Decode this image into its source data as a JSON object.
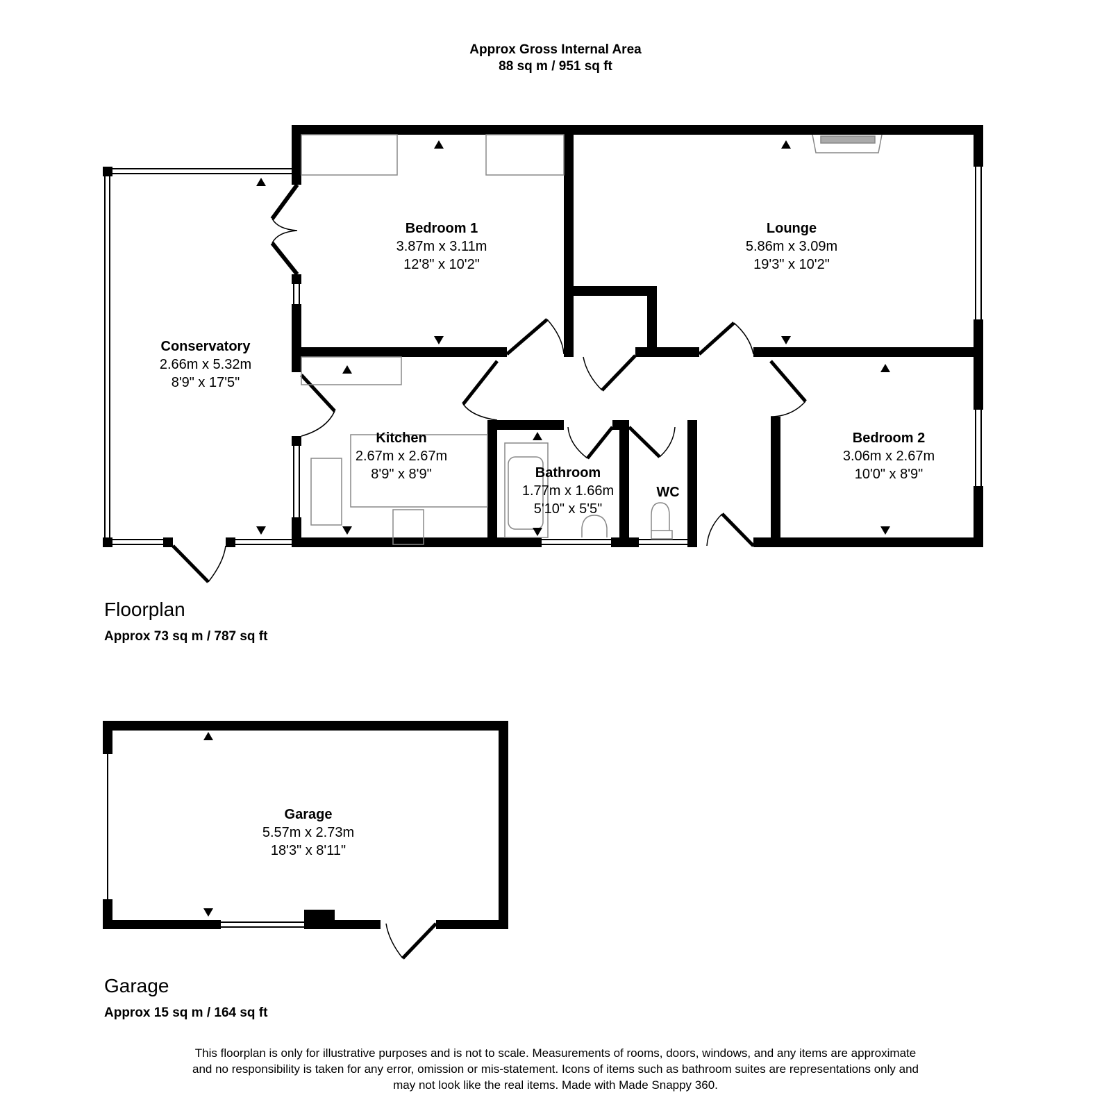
{
  "header": {
    "title": "Approx Gross Internal Area",
    "area": "88 sq m / 951 sq ft"
  },
  "floorplan": {
    "title": "Floorplan",
    "area": "Approx 73 sq m / 787 sq ft",
    "rooms": [
      {
        "name": "Bedroom 1",
        "metric": "3.87m x 3.11m",
        "imperial": "12'8\" x 10'2\""
      },
      {
        "name": "Lounge",
        "metric": "5.86m x 3.09m",
        "imperial": "19'3\" x 10'2\""
      },
      {
        "name": "Conservatory",
        "metric": "2.66m x 5.32m",
        "imperial": "8'9\" x 17'5\""
      },
      {
        "name": "Kitchen",
        "metric": "2.67m x 2.67m",
        "imperial": "8'9\" x 8'9\""
      },
      {
        "name": "Bathroom",
        "metric": "1.77m x 1.66m",
        "imperial": "5'10\" x 5'5\""
      },
      {
        "name": "WC",
        "metric": "",
        "imperial": ""
      },
      {
        "name": "Bedroom 2",
        "metric": "3.06m x 2.67m",
        "imperial": "10'0\" x 8'9\""
      }
    ]
  },
  "garage": {
    "title": "Garage",
    "area": "Approx 15 sq m / 164 sq ft",
    "room": {
      "name": "Garage",
      "metric": "5.57m x 2.73m",
      "imperial": "18'3\" x 8'11\""
    }
  },
  "disclaimer": {
    "line1": "This floorplan is only for illustrative purposes and is not to scale. Measurements of rooms, doors, windows, and any items are approximate",
    "line2": "and no responsibility is taken for any error, omission or mis-statement. Icons of items such as bathroom suites are representations only and",
    "line3": "may not look like the real items. Made with Made Snappy 360."
  },
  "colors": {
    "wall": "#000000",
    "fixture": "#888888",
    "background": "#ffffff"
  }
}
